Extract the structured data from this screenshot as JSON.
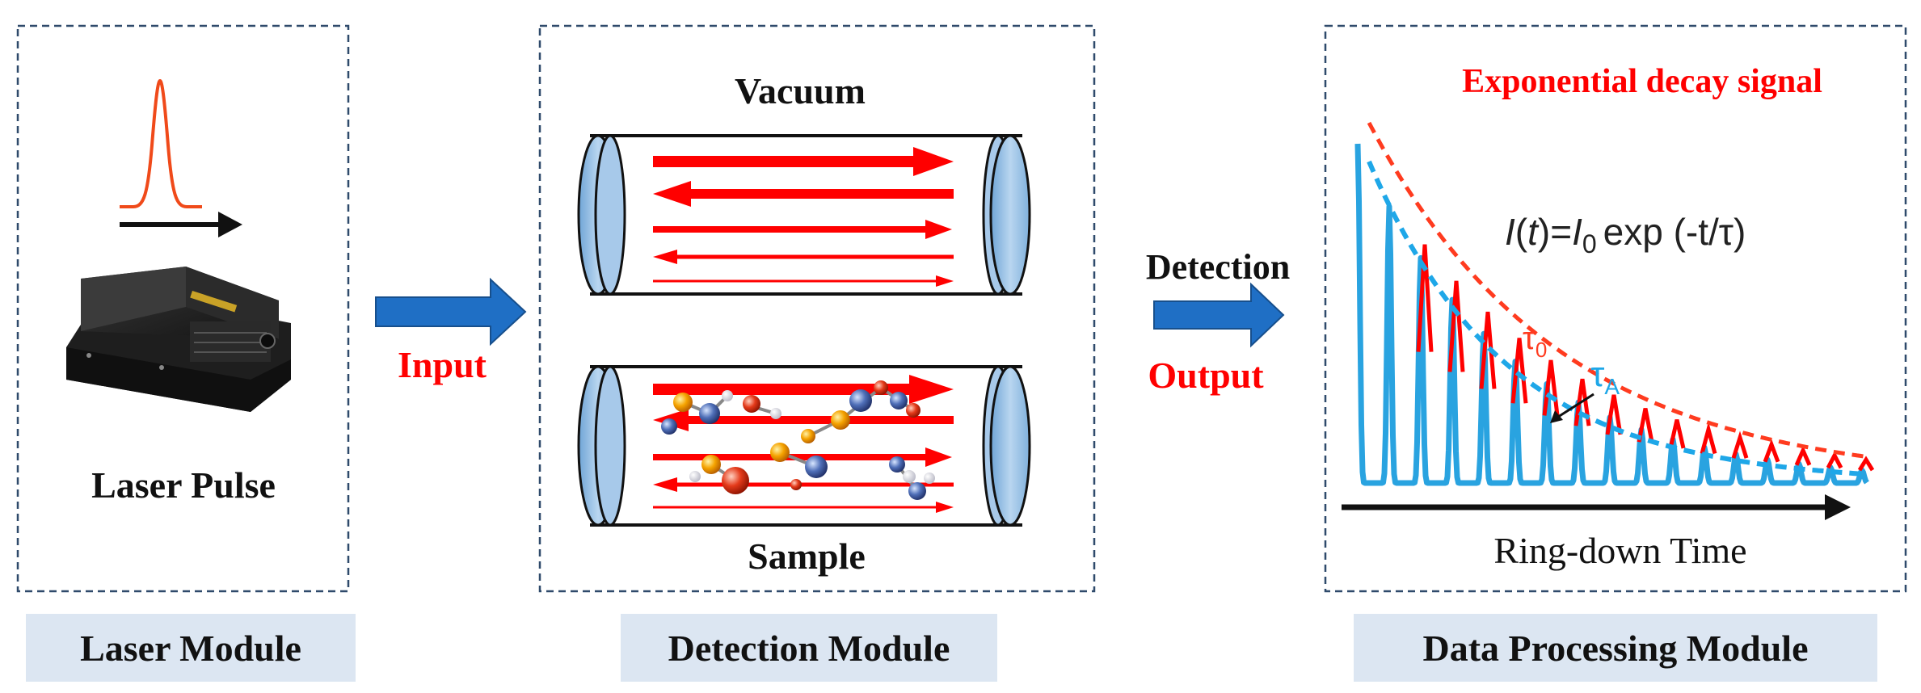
{
  "panels": {
    "laser": {
      "title": "Laser Pulse",
      "module_label": "Laser Module"
    },
    "detection": {
      "top_label": "Vacuum",
      "bottom_label": "Sample",
      "module_label": "Detection Module"
    },
    "processing": {
      "title": "Exponential decay signal",
      "formula": {
        "i": "I",
        "t1": "(",
        "t_var": "t",
        "t2": ")=",
        "i0": "I",
        "sub0": "0",
        "rest": "exp (-t/τ)"
      },
      "tau0_label": "τ",
      "tau0_sub": "0",
      "tauA_label": "τ",
      "tauA_sub": "A",
      "axis_label": "Ring-down Time",
      "module_label": "Data Processing Module"
    }
  },
  "connectors": {
    "input_label": "Input",
    "detection_label": "Detection",
    "output_label": "Output"
  },
  "colors": {
    "red": "#ff0000",
    "blue_arrow": "#1f6fc5",
    "cyan_signal": "#29a3e0",
    "dashed_border": "#2f4a6b",
    "module_bg": "#dce6f2"
  }
}
